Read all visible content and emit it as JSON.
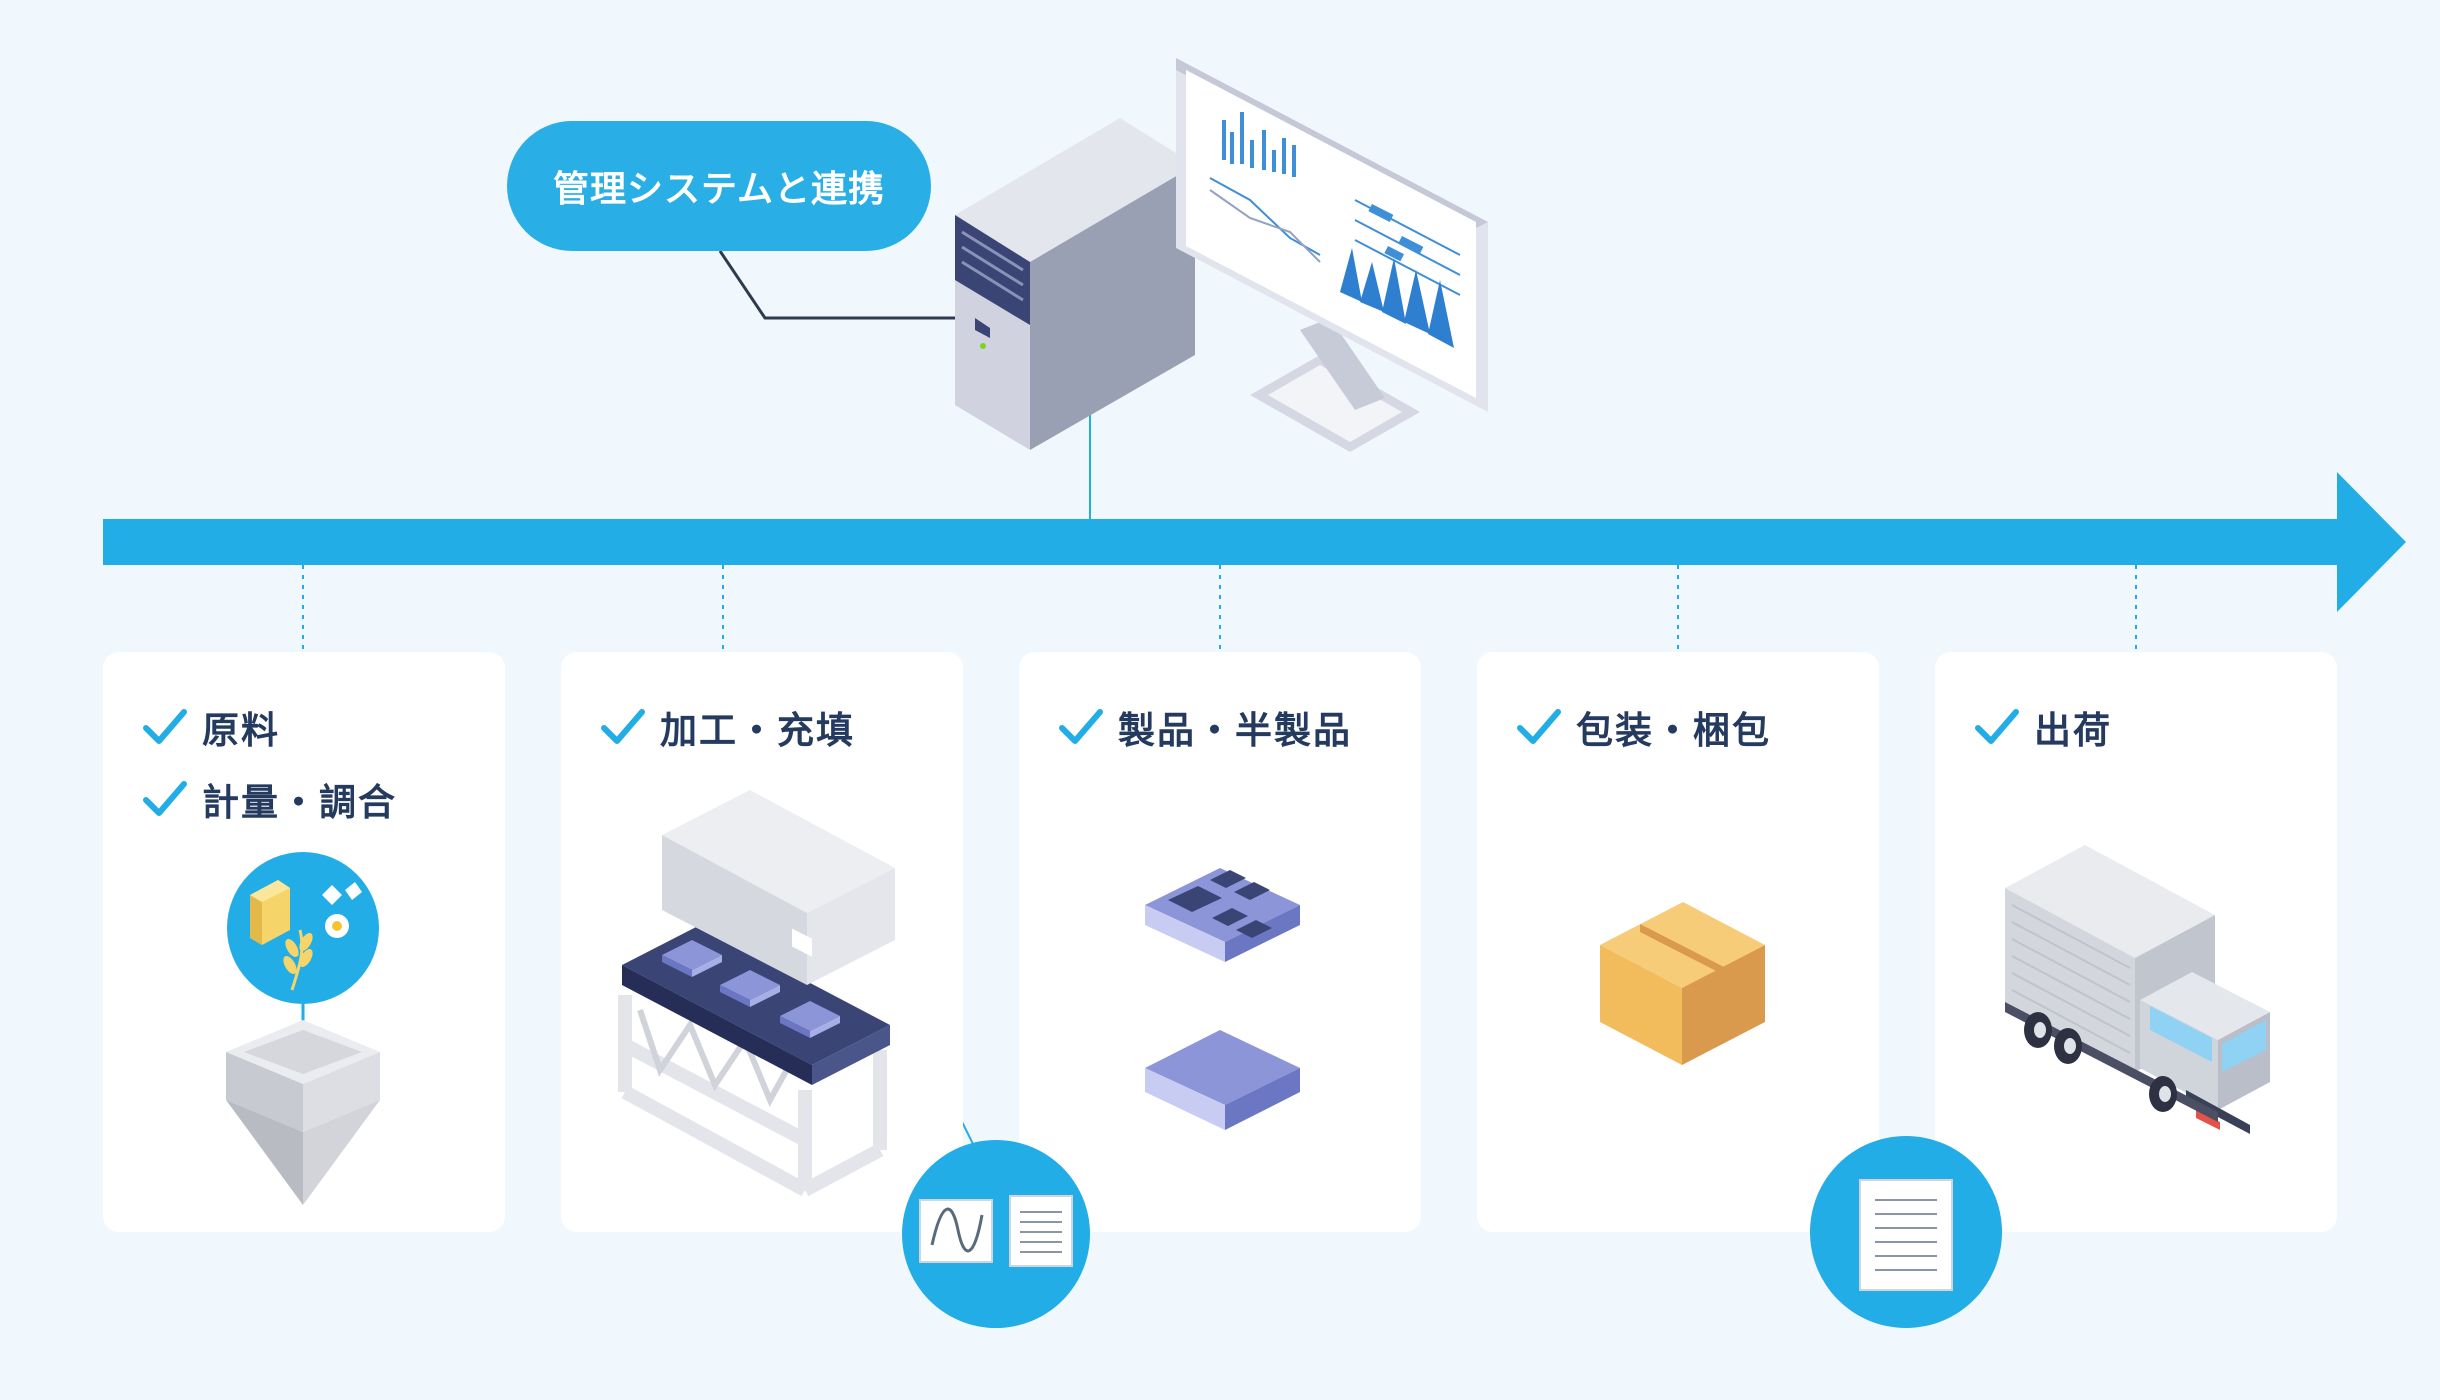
{
  "connector": {
    "label": "管理システムと連携"
  },
  "stages": [
    {
      "key": "raw",
      "labels": [
        "原料",
        "計量・調合"
      ]
    },
    {
      "key": "process",
      "labels": [
        "加工・充填"
      ]
    },
    {
      "key": "product",
      "labels": [
        "製品・半製品"
      ]
    },
    {
      "key": "packing",
      "labels": [
        "包装・梱包"
      ]
    },
    {
      "key": "shipping",
      "labels": [
        "出荷"
      ]
    }
  ],
  "colors": {
    "accent": "#22ade6",
    "label_text": "#243a5e",
    "background": "#f1f8fd",
    "card": "#ffffff"
  },
  "icons": [
    "server-icon",
    "monitor-icon",
    "check-icon",
    "hopper-icon",
    "conveyor-icon",
    "product-tray-icon",
    "cardboard-box-icon",
    "truck-icon",
    "document-icon",
    "waveform-icon"
  ]
}
